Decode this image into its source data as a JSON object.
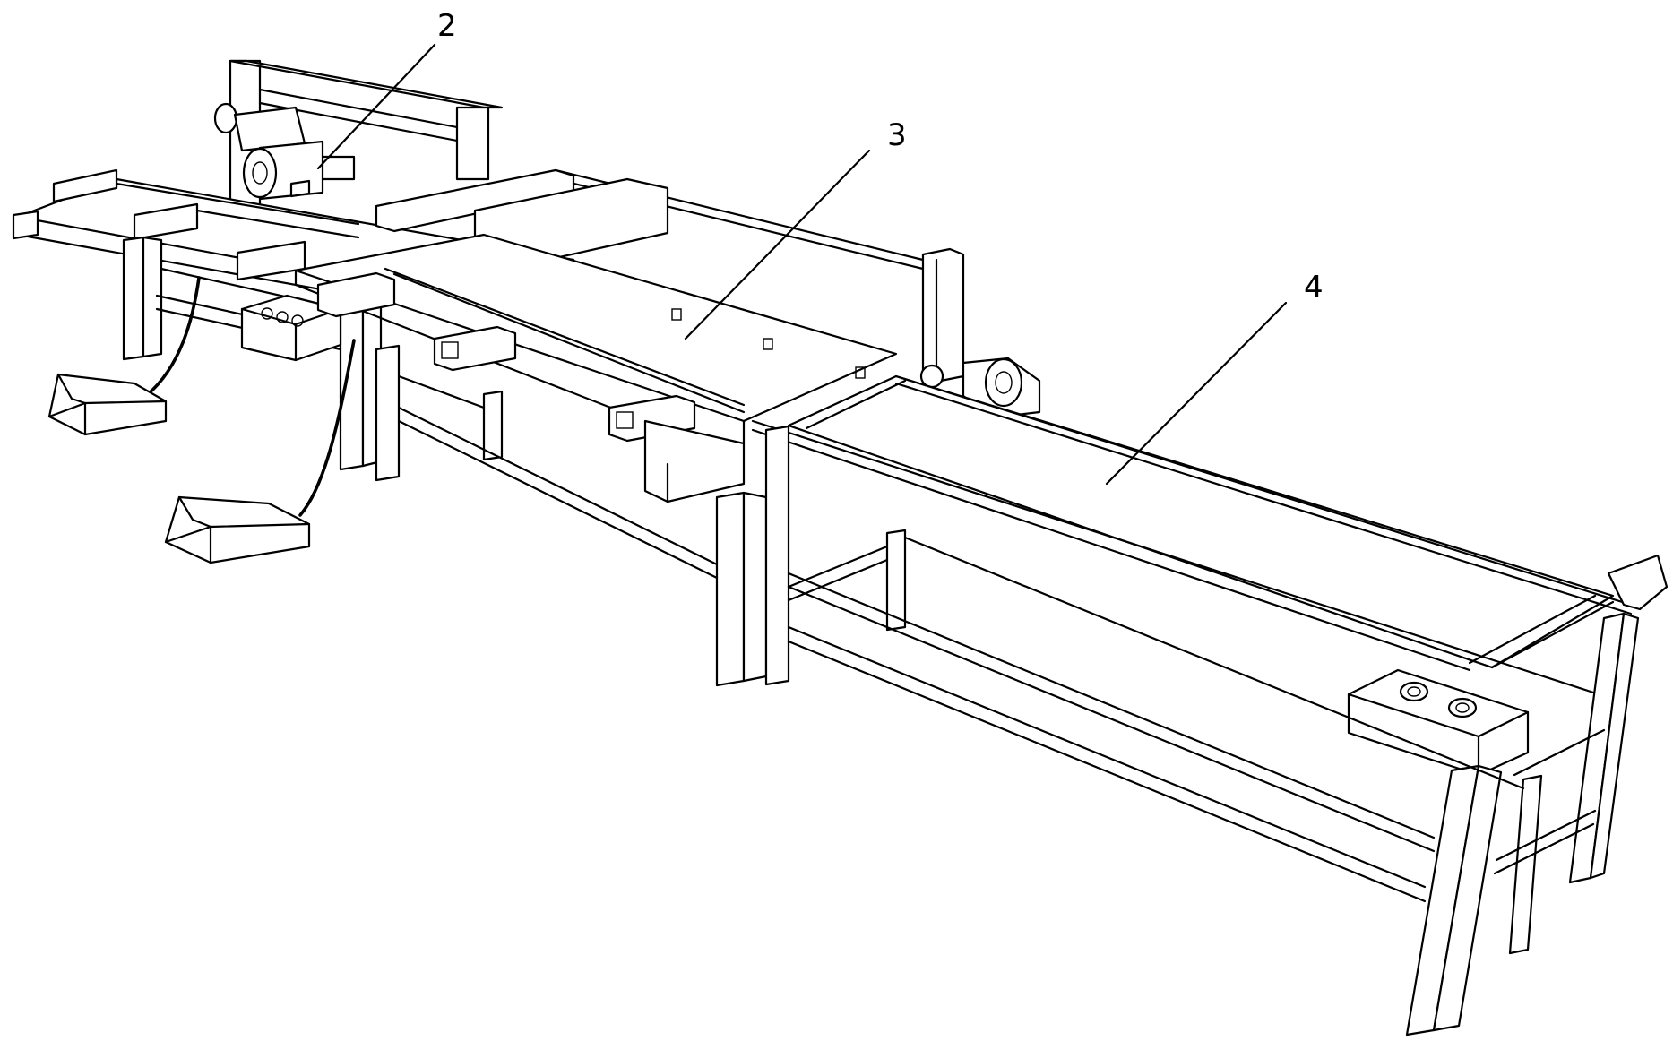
{
  "figure": {
    "callouts": [
      {
        "id": "label-2",
        "number": "2"
      },
      {
        "id": "label-3",
        "number": "3"
      },
      {
        "id": "label-4",
        "number": "4"
      }
    ]
  }
}
